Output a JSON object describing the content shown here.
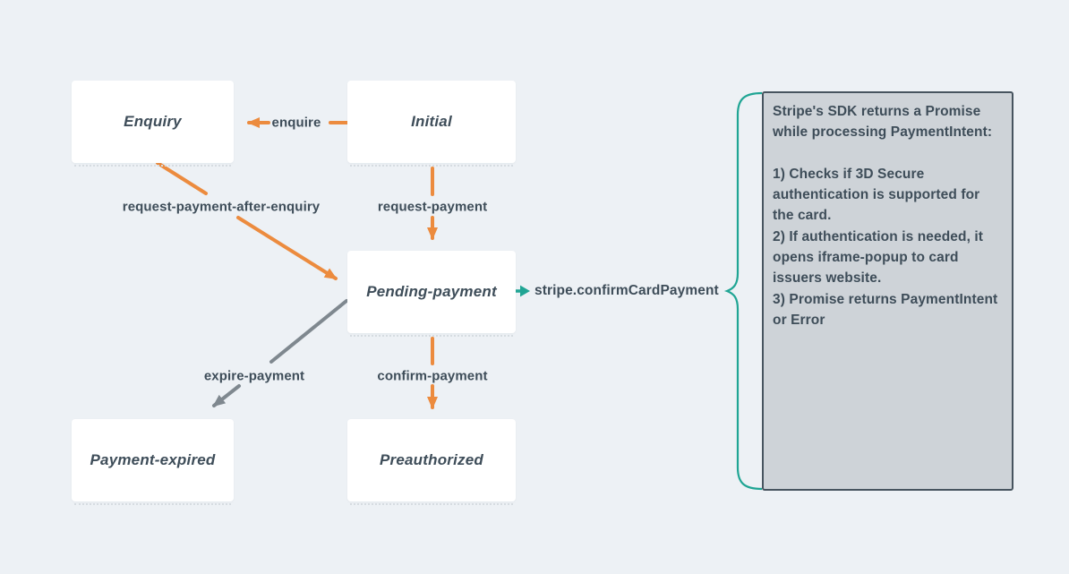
{
  "colors": {
    "background": "#edf1f5",
    "box-fill": "#ffffff",
    "text": "#3e4d59",
    "orange": "#ec8b3e",
    "gray-edge": "#7f888f",
    "teal": "#20a594",
    "note-fill": "#ced3d8",
    "note-border": "#47545f"
  },
  "states": [
    {
      "name": "enquiry",
      "label": "Enquiry"
    },
    {
      "name": "initial",
      "label": "Initial"
    },
    {
      "name": "pending-payment",
      "label": "Pending-payment"
    },
    {
      "name": "payment-expired",
      "label": "Payment-expired"
    },
    {
      "name": "preauthorized",
      "label": "Preauthorized"
    }
  ],
  "transitions": {
    "enquire": {
      "label": "enquire",
      "from": "Initial",
      "to": "Enquiry",
      "color": "orange"
    },
    "request_payment": {
      "label": "request-payment",
      "from": "Initial",
      "to": "Pending-payment",
      "color": "orange"
    },
    "request_payment_after_enquiry": {
      "label": "request-payment-after-enquiry",
      "from": "Enquiry",
      "to": "Pending-payment",
      "color": "orange"
    },
    "expire_payment": {
      "label": "expire-payment",
      "from": "Pending-payment",
      "to": "Payment-expired",
      "color": "gray"
    },
    "confirm_payment": {
      "label": "confirm-payment",
      "from": "Pending-payment",
      "to": "Preauthorized",
      "color": "orange"
    }
  },
  "callout": {
    "method": "stripe.confirmCardPayment",
    "note": "Stripe's SDK returns a Promise\nwhile processing PaymentIntent:\n\n1) Checks if 3D Secure\nauthentication is supported for\nthe card.\n2) If authentication is needed, it\nopens iframe-popup to card\nissuers website.\n3) Promise returns PaymentIntent\nor Error"
  }
}
